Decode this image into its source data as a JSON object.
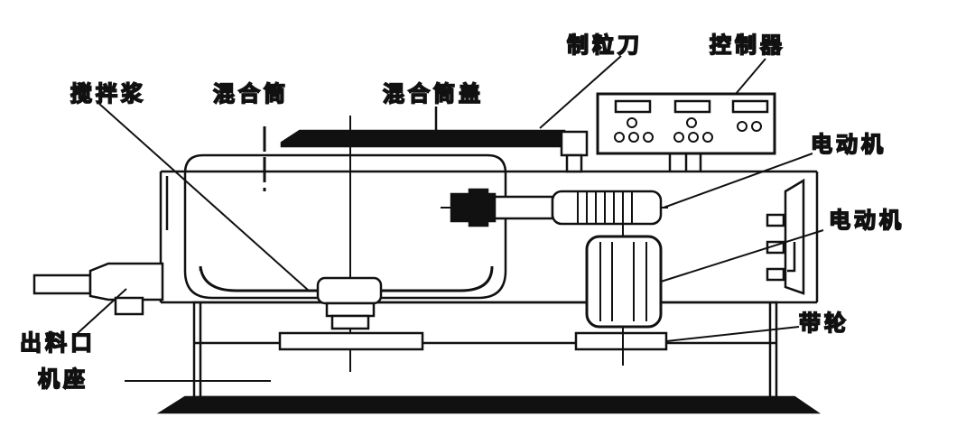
{
  "labels": {
    "stirring_paddle": "搅拌浆",
    "mixing_drum": "混合筒",
    "drum_lid": "混合筒盖",
    "granulating_knife": "制粒刀",
    "controller": "控制器",
    "motor_upper": "电动机",
    "motor_lower": "电动机",
    "discharge_port": "出料口",
    "machine_base": "机座",
    "belt_pulley": "带轮"
  },
  "colors": {
    "line": "#111111",
    "fill_dark": "#1a1a1a",
    "fill_light": "#ffffff"
  }
}
